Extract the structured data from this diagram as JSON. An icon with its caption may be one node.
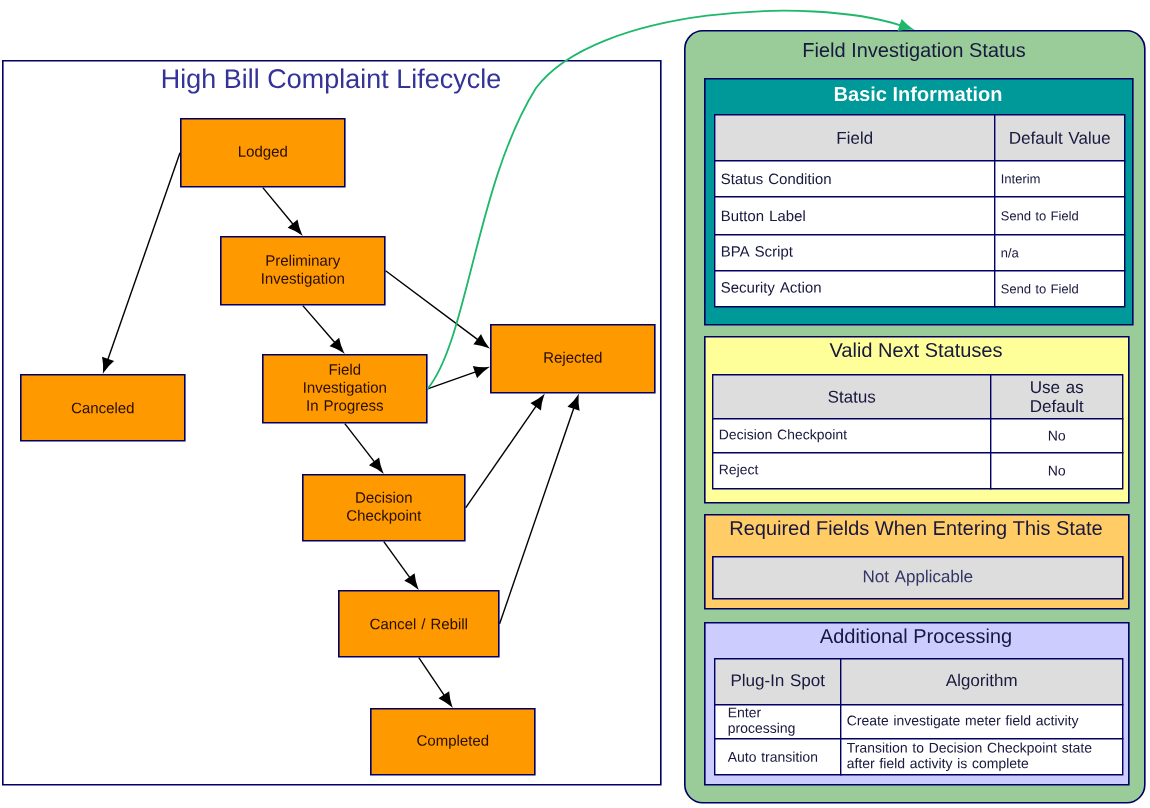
{
  "diagram": {
    "nodes": [
      {
        "text": [
          "High Bill Complaint Lifecycle"
        ]
      },
      {
        "text": [
          "Lodged"
        ],
        "in": 0
      },
      {
        "text": [
          "Preliminary Investigation"
        ],
        "in": 0
      },
      {
        "text": [
          "Canceled"
        ],
        "in": 0
      },
      {
        "text": [
          "Field Investigation In Progress"
        ],
        "in": 0
      },
      {
        "text": [
          "Rejected"
        ],
        "in": 0
      },
      {
        "text": [
          "Decision Checkpoint"
        ],
        "in": 0
      },
      {
        "text": [
          "Cancel / Rebill"
        ],
        "in": 0
      },
      {
        "text": [
          "Completed"
        ],
        "in": 0
      },
      {
        "text": [
          "Field Investigation Status"
        ]
      },
      {
        "text": [
          "Basic Information"
        ],
        "in": 9
      },
      {
        "text": [
          "Valid Next Statuses"
        ],
        "in": 9
      },
      {
        "text": [
          "Required Fields When Entering This State"
        ],
        "in": 9
      },
      {
        "text": [
          "Not Applicable"
        ],
        "in": 12
      },
      {
        "text": [
          "Additional Processing"
        ],
        "in": 9
      }
    ],
    "edges": [
      {
        "from": 1,
        "to": 2,
        "arrow": "to"
      },
      {
        "from": 1,
        "to": 3,
        "arrow": "to"
      },
      {
        "from": 2,
        "to": 4,
        "arrow": "to"
      },
      {
        "from": 2,
        "to": 5,
        "arrow": "to"
      },
      {
        "from": 4,
        "to": 5,
        "arrow": "to"
      },
      {
        "from": 4,
        "to": 6,
        "arrow": "to"
      },
      {
        "from": 6,
        "to": 5,
        "arrow": "to"
      },
      {
        "from": 6,
        "to": 7,
        "arrow": "to"
      },
      {
        "from": 7,
        "to": 5,
        "arrow": "to"
      },
      {
        "from": 7,
        "to": 8,
        "arrow": "to"
      },
      {
        "from": 4,
        "to": 9,
        "arrow": "to",
        "color": "#1db86a"
      }
    ],
    "labels": [
      "Field",
      "Default Value",
      "Status Condition",
      "Interim",
      "Button Label",
      "Send to Field",
      "BPA Script",
      "n/a",
      "Security Action",
      "Send to Field",
      "Status",
      "Use as Default",
      "Decision Checkpoint",
      "No",
      "Reject",
      "No",
      "Plug-In Spot",
      "Algorithm",
      "Enter processing",
      "Create investigate meter field activity",
      "Auto transition",
      "Transition to Decision Checkpoint state after field activity is complete"
    ]
  }
}
